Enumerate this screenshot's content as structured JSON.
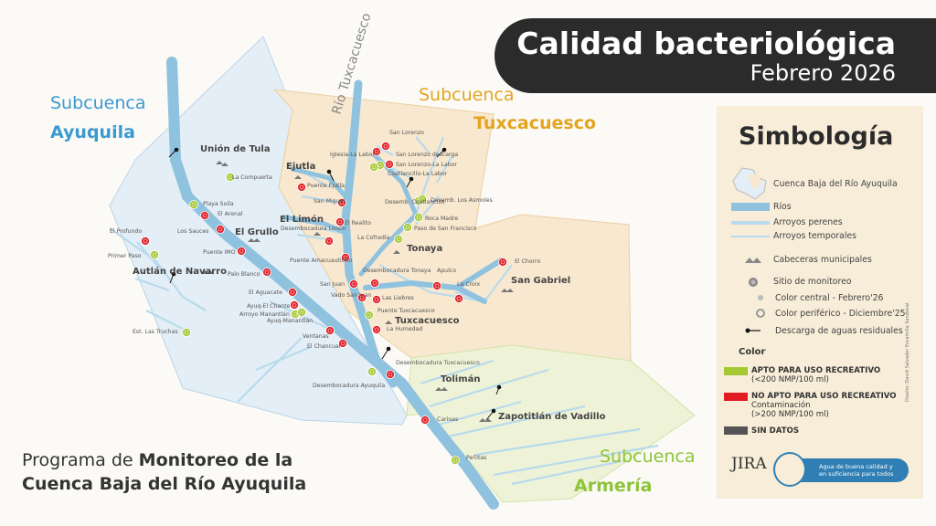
{
  "title": {
    "main": "Calidad bacteriológica",
    "date": "Febrero 2026"
  },
  "subcuencas": {
    "ayuquila": {
      "line1": "Subcuenca",
      "line2": "Ayuquila",
      "color": "#3a9ad0"
    },
    "tuxcacuesco": {
      "line1": "Subcuenca",
      "line2": "Tuxcacuesco",
      "color": "#e3a420"
    },
    "armeria": {
      "line1": "Subcuenca",
      "line2": "Armería",
      "color": "#8ec43a"
    }
  },
  "river_label": "Río Tuxcacuesco",
  "towns": [
    "Unión de Tula",
    "Ejutla",
    "El Grullo",
    "El Limón",
    "Tonaya",
    "Autlán de Navarro",
    "San Gabriel",
    "Tuxcacuesco",
    "Tolimán",
    "Zapotitlán de Vadillo"
  ],
  "sites": [
    "Playa Soila",
    "El Arenal",
    "Los Sauces",
    "Puente IMO",
    "Palo Blanco",
    "El Aguacate",
    "Ayuq-El Chante",
    "Arroyo Manantlán",
    "Ayuq-Manantlán",
    "Ventanas",
    "El Chancual",
    "Desembocadura Ayuquila",
    "El Profundo",
    "Primer Paso",
    "Est. Las Truchas",
    "La Compuerta",
    "Puente Ejutla",
    "San Miguel",
    "El Realito",
    "Desembocadura Limón",
    "Puente Amacuautitlán",
    "Iglesia-La Labor",
    "San Lorenzo",
    "San Lorenzo descarga",
    "San Lorenzo-La Labor",
    "Coatlancillo-La Labor",
    "Desemb. Coatlancillo",
    "Desemb. Los Asmoles",
    "Roca Madre",
    "Paso de San Francisco",
    "La Cofradía",
    "El Chorro",
    "Desembocadura Tonaya",
    "Apulco",
    "La Croix",
    "San Juan",
    "Vado San Juan",
    "Las Liebres",
    "Puente Tuxcacuesco",
    "La Humedad",
    "Desembocadura Tuxcacuesco",
    "Carioas",
    "Peñitas"
  ],
  "legend": {
    "title": "Simbología",
    "items": [
      "Cuenca Baja del Río Ayuquila",
      "Ríos",
      "Arroyos perenes",
      "Arroyos temporales",
      "Cabeceras municipales",
      "Sitio de monitoreo",
      "Color central - Febrero'26",
      "Color periférico - Diciembre'25",
      "Descarga de aguas residuales"
    ],
    "color_title": "Color",
    "apto": {
      "title": "APTO PARA USO RECREATIVO",
      "detail": "(<200 NMP/100 ml)",
      "color": "#a6c832"
    },
    "no_apto": {
      "title": "NO APTO PARA USO RECREATIVO",
      "detail1": "Contaminación",
      "detail2": "(>200 NMP/100 ml)",
      "color": "#e21b23"
    },
    "sin_datos": {
      "title": "SIN DATOS",
      "color": "#555555"
    }
  },
  "program": {
    "prefix": "Programa de",
    "bold1": "Monitoreo de la",
    "bold2": "Cuenca Baja del Río Ayuquila"
  },
  "jira": {
    "name": "JIRA",
    "tagline1": "Agua de buena calidad y",
    "tagline2": "en suficiencia para todos"
  },
  "credit": "Diseño: David Salvador Escamilla Sandoval",
  "colors": {
    "river": "#8fc2de",
    "ayuquila_fill": "#e4eef6",
    "tux_fill": "#f8e8cf",
    "armeria_fill": "#eef3d8",
    "apto": "#a6c832",
    "no_apto": "#e21b23"
  }
}
